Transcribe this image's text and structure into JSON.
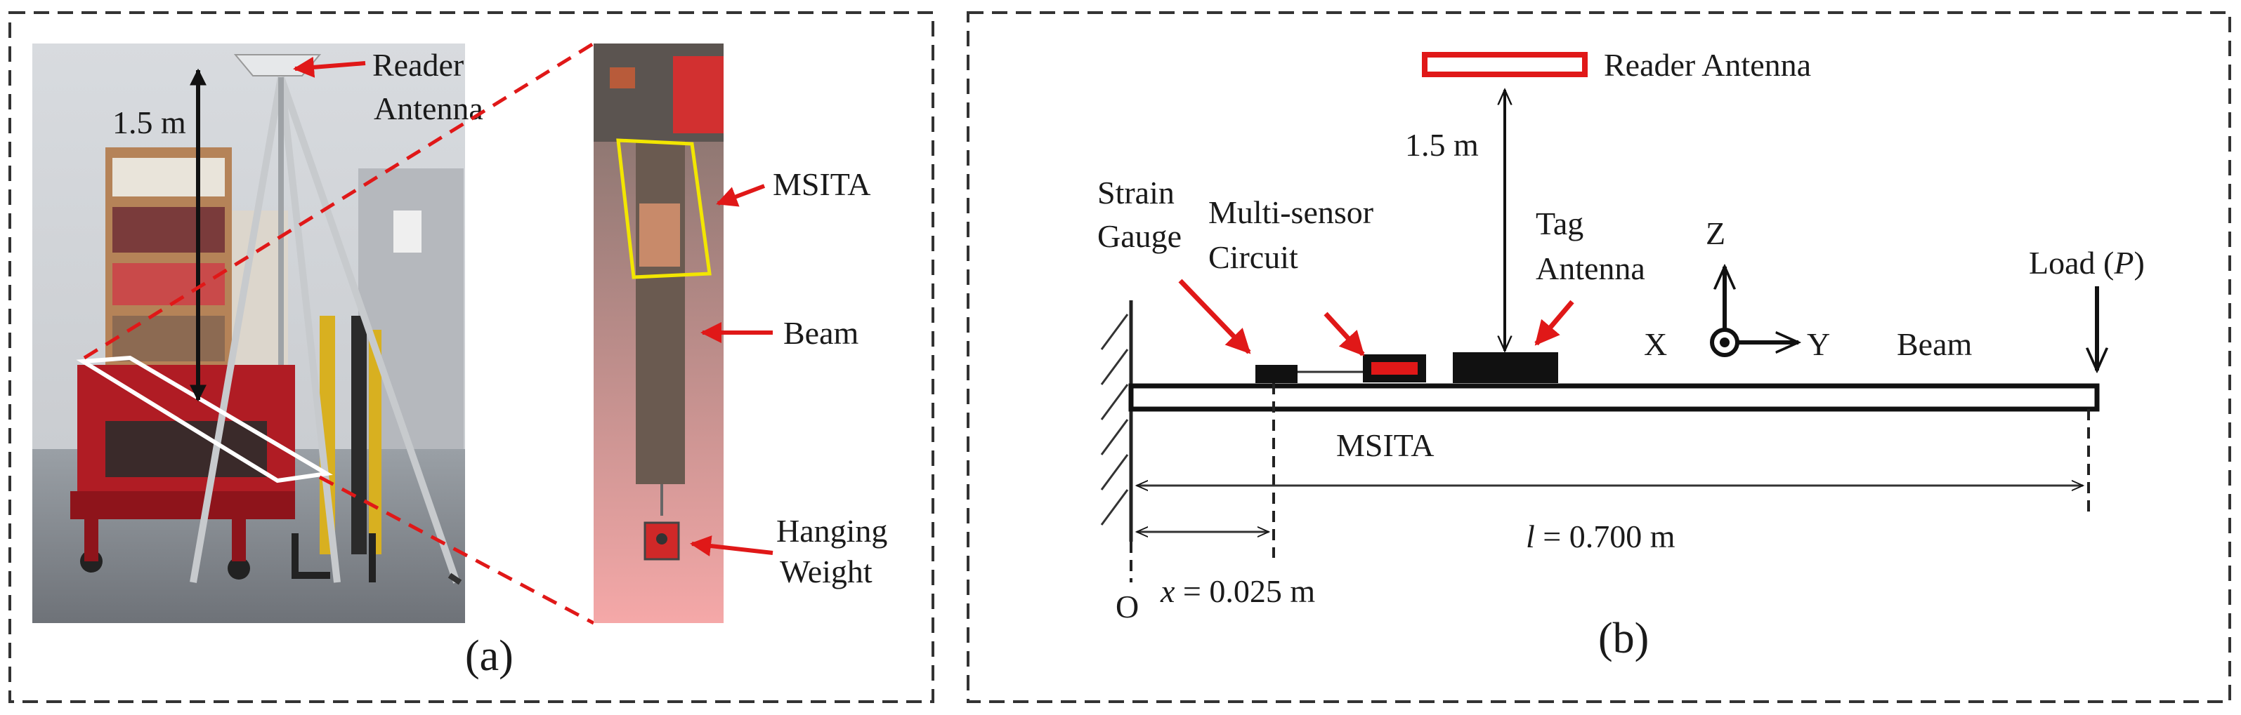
{
  "panel_a": {
    "caption": "(a)",
    "labels": {
      "reader_antenna_line1": "Reader",
      "reader_antenna_line2": "Antenna",
      "distance": "1.5 m",
      "msita": "MSITA",
      "beam": "Beam",
      "hanging_weight_line1": "Hanging",
      "hanging_weight_line2": "Weight"
    }
  },
  "panel_b": {
    "caption": "(b)",
    "labels": {
      "reader_antenna": "Reader Antenna",
      "distance": "1.5 m",
      "strain_gauge_line1": "Strain",
      "strain_gauge_line2": "Gauge",
      "multi_sensor_line1": "Multi-sensor",
      "multi_sensor_line2": "Circuit",
      "tag_antenna_line1": "Tag",
      "tag_antenna_line2": "Antenna",
      "axis_z": "Z",
      "axis_x": "X",
      "axis_y": "Y",
      "load_prefix": "Load (",
      "load_symbol": "P",
      "load_suffix": ")",
      "beam": "Beam",
      "msita": "MSITA",
      "length_symbol": "l",
      "length_value": " = 0.700 m",
      "origin": "O",
      "x_symbol": "x",
      "x_value": " = 0.025 m"
    }
  },
  "colors": {
    "annotation_red": "#e01818",
    "highlight_yellow": "#f2e600",
    "frame": "#333333"
  }
}
